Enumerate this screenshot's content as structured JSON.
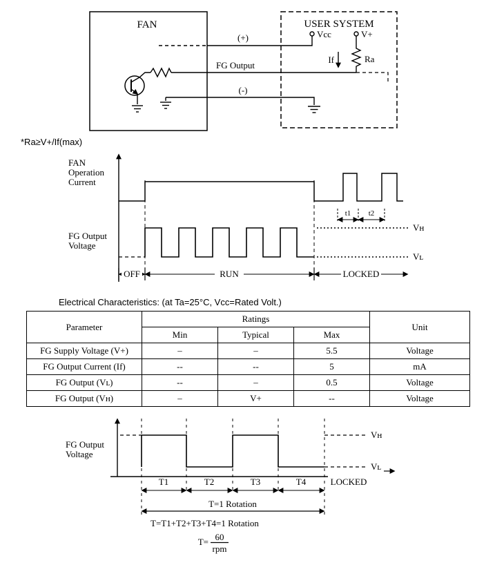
{
  "page": {
    "background": "#ffffff",
    "ink": "#000000"
  },
  "circuit": {
    "fan_box_label": "FAN",
    "user_system_label": "USER SYSTEM",
    "plus_wire_label": "(+)",
    "fg_output_wire_label": "FG Output",
    "minus_wire_label": "(-)",
    "vcc_terminal_label": "Vcc",
    "vplus_terminal_label": "V+",
    "if_current_label": "If",
    "ra_resistor_label": "Ra",
    "note": "*Ra≥V+/If(max)"
  },
  "timing_run": {
    "current_label_lines": [
      "FAN",
      "Operation",
      "Current"
    ],
    "fg_label_lines": [
      "FG Output",
      "Voltage"
    ],
    "t1_label": "t1",
    "t2_label": "t2",
    "vh_label": "Vʜ",
    "vl_label": "Vʟ",
    "phase_off": "OFF",
    "phase_run": "RUN",
    "phase_locked": "LOCKED"
  },
  "electrical_characteristics": {
    "title": "Electrical Characteristics: (at Ta=25°C, Vcc=Rated Volt.)",
    "headers": {
      "parameter": "Parameter",
      "ratings": "Ratings",
      "min": "Min",
      "typical": "Typical",
      "max": "Max",
      "unit": "Unit"
    },
    "rows": [
      {
        "parameter": "FG Supply Voltage (V+)",
        "min": "–",
        "typical": "–",
        "max": "5.5",
        "unit": "Voltage"
      },
      {
        "parameter": "FG Output Current (If)",
        "min": "--",
        "typical": "--",
        "max": "5",
        "unit": "mA"
      },
      {
        "parameter": "FG Output (Vʟ)",
        "min": "--",
        "typical": "–",
        "max": "0.5",
        "unit": "Voltage"
      },
      {
        "parameter": "FG Output (Vʜ)",
        "min": "–",
        "typical": "V+",
        "max": "--",
        "unit": "Voltage"
      }
    ]
  },
  "timing_rotation": {
    "fg_label_lines": [
      "FG Output",
      "Voltage"
    ],
    "vh_label": "Vʜ",
    "vl_label": "Vʟ",
    "t_labels": [
      "T1",
      "T2",
      "T3",
      "T4"
    ],
    "locked_label": "LOCKED",
    "rotation_span_label": "T=1 Rotation",
    "rotation_sum_label": "T=T1+T2+T3+T4=1 Rotation",
    "formula_lhs": "T=",
    "formula_numerator": "60",
    "formula_denominator": "rpm"
  }
}
